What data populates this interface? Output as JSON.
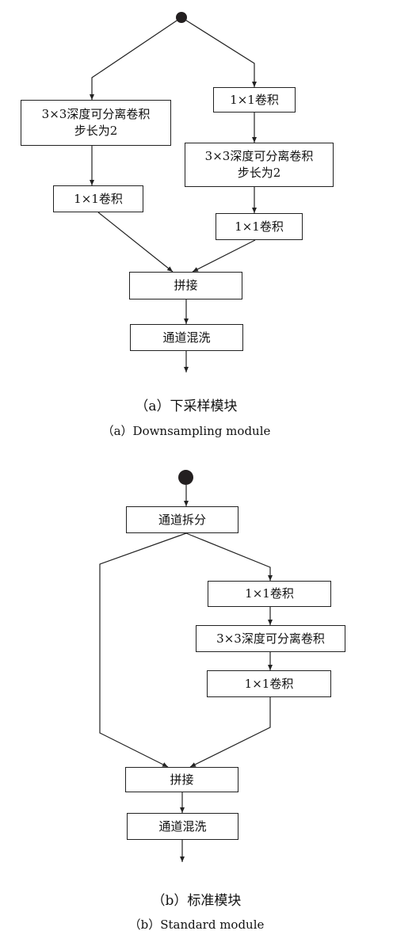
{
  "diagram_a": {
    "left_branch": {
      "dw_conv_line1": "3×3深度可分离卷积",
      "dw_conv_line2": "步长为2",
      "pw_conv": "1×1卷积"
    },
    "right_branch": {
      "pw_conv_top": "1×1卷积",
      "dw_conv_line1": "3×3深度可分离卷积",
      "dw_conv_line2": "步长为2",
      "pw_conv_bottom": "1×1卷积"
    },
    "concat": "拼接",
    "shuffle": "通道混洗",
    "caption_zh": "（a）下采样模块",
    "caption_en": "（a）Downsampling module"
  },
  "diagram_b": {
    "split": "通道拆分",
    "right_branch": {
      "pw_conv_top": "1×1卷积",
      "dw_conv": "3×3深度可分离卷积",
      "pw_conv_bottom": "1×1卷积"
    },
    "concat": "拼接",
    "shuffle": "通道混洗",
    "caption_zh": "（b）标准模块",
    "caption_en": "（b）Standard module"
  },
  "colors": {
    "stroke": "#222222",
    "dot": "#231f20",
    "background": "#ffffff"
  }
}
